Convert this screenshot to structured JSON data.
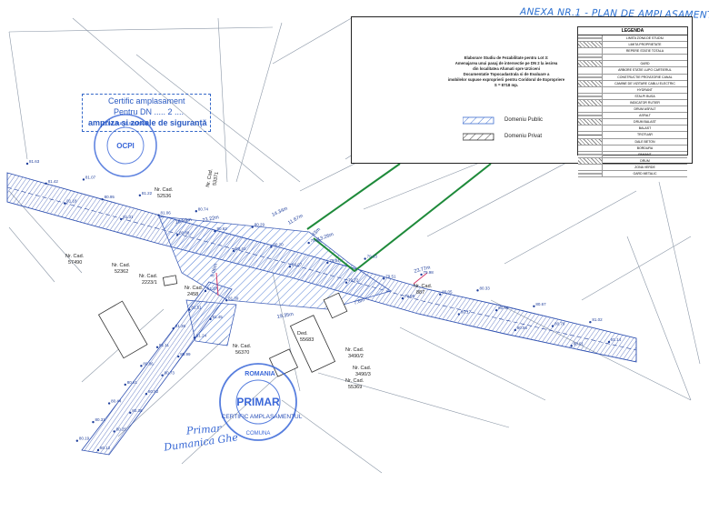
{
  "annex": "ANEXA NR.1 - PLAN DE AMPLASAMENT",
  "certificate_box": {
    "line1": "Certific amplasament",
    "line2": "Pentru DN ..... 2 ....",
    "line3": "ampriza și zonele de siguranță"
  },
  "legend": {
    "title_lines": [
      "Elaborare Studiu de Fezabilitate pentru Lot 3:",
      "Amenajarea unui pasaj de intersectie pe DN 2 la iesirea",
      "din localitatea Afumati spre Urziceni",
      "Documentatie Topocadastrala si de Evaluare a",
      "imobilelor supuse exproprierii pentru Coridorul de Expropriere",
      "S = 8718 mp."
    ],
    "table_header": "LEGENDA",
    "rows": [
      "LIMITA ZONA DE STUDIU",
      "LIMITA PROPRIETATE",
      "REPERE STATIE TOTALA",
      "",
      "GARD",
      "ARBORE STATIE LUPO CARTIERUL",
      "CONSTRUCTIE PROVIZORIE CANAL",
      "CAMINE DE VIZITARE CABLU ELECTRIC",
      "HYDRANT",
      "STALPI BUSA",
      "INDICATOR RUTIER",
      "DRUM ASFALT",
      "ASFALT",
      "DRUM BALAST",
      "BALAST",
      "TROTUAR",
      "DALE BETON",
      "BORDURA",
      "PAMANT",
      "DRUM",
      "ZONA VERDE",
      "GARD METALIC"
    ],
    "domain_public": "Domeniu Public",
    "domain_private": "Domeniu Privat"
  },
  "north": "N",
  "parcels": [
    {
      "label": "Nr. Cad.",
      "num": "52536"
    },
    {
      "label": "Nr. Cad.",
      "num": "57490"
    },
    {
      "label": "Nr. Cad.",
      "num": "52362"
    },
    {
      "label": "Nr. Cad.",
      "num": "2223/1"
    },
    {
      "label": "Nr. Cad.",
      "num": "2458"
    },
    {
      "label": "Nr. Cad.",
      "num": "56370"
    },
    {
      "label": "Ded.",
      "num": "55683"
    },
    {
      "label": "Nr. Cad.",
      "num": "3490/2"
    },
    {
      "label": "Nr. Cad.",
      "num": "3490/3"
    },
    {
      "label": "Nr. Cad.",
      "num": "55369"
    },
    {
      "label": "Nr. Cad.",
      "num": "887"
    },
    {
      "label": "Nr. Cad.",
      "num": "53371"
    }
  ],
  "dims": [
    "18.69m",
    "23.22m",
    "14.34m",
    "11.67m",
    "13.26m",
    "43m",
    "23.77m",
    "19.35m",
    "5.06m",
    "7.6m"
  ],
  "elevations": [
    "81.63",
    "81.42",
    "81.18",
    "81.07",
    "80.95",
    "81.31",
    "81.22",
    "81.06",
    "80.88",
    "80.74",
    "80.62",
    "80.41",
    "80.29",
    "80.20",
    "80.07",
    "79.95",
    "79.84",
    "79.72",
    "79.63",
    "79.51",
    "79.88",
    "79.98",
    "80.05",
    "80.17",
    "80.33",
    "80.48",
    "80.56",
    "80.67",
    "80.79",
    "80.91",
    "81.02",
    "81.14",
    "81.27",
    "81.39",
    "81.51",
    "81.45",
    "81.36",
    "81.24",
    "81.11",
    "80.99",
    "80.86",
    "80.73",
    "80.61",
    "80.52",
    "80.44",
    "80.38",
    "80.31",
    "80.25",
    "80.19",
    "80.12"
  ],
  "stamp_left": {
    "ring_text": "COMUNA DUMBRAVA",
    "center": "OCPI"
  },
  "stamp_right": {
    "ring_top": "ROMANIA",
    "ring_bottom": "COMUNA",
    "center": "PRIMAR"
  },
  "stamp_caption": "CERTIFIC AMPLASAMENTUL",
  "signature": [
    "Primar",
    "Dumanica Ghe"
  ],
  "colors": {
    "ink": "#3566d4",
    "road": "#1f3f9c",
    "hatch": "#2d4fb0",
    "private": "#1e8a3a",
    "line": "#6c7a8a"
  }
}
